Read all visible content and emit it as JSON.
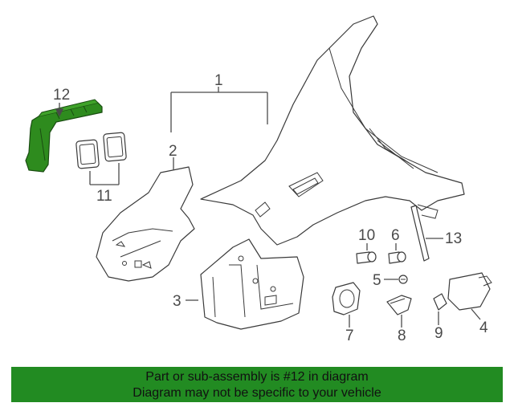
{
  "diagram": {
    "callouts": [
      "1",
      "2",
      "3",
      "4",
      "5",
      "6",
      "7",
      "8",
      "9",
      "10",
      "11",
      "12",
      "13"
    ],
    "highlight_color": "#2e8b1e",
    "line_color": "#4a4a4a"
  },
  "banner": {
    "line1": "Part or sub-assembly is #12 in diagram",
    "line2": "Diagram may not be specific to your vehicle",
    "background": "#228b22"
  }
}
